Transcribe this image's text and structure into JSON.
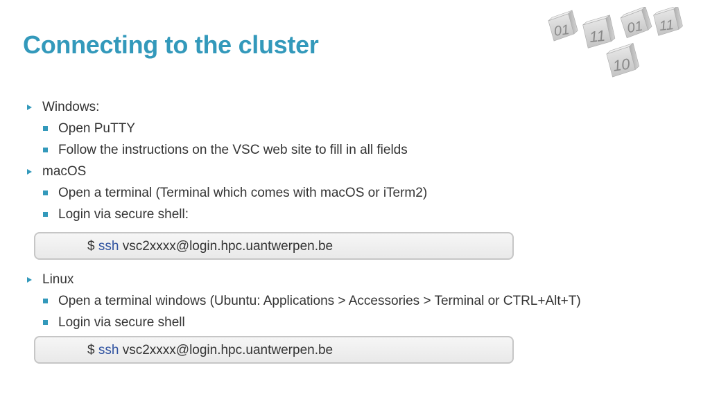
{
  "slide": {
    "title": "Connecting to the cluster",
    "accent_color": "#3399bb",
    "logo_icon": "binary-cubes-icon"
  },
  "content": {
    "windows": {
      "label": "Windows:",
      "items": [
        "Open PuTTY",
        "Follow the instructions on the VSC web site to fill in all fields"
      ]
    },
    "macos": {
      "label": "macOS",
      "items": [
        "Open a terminal (Terminal which comes with macOS or iTerm2)",
        "Login via secure shell:"
      ],
      "command": {
        "prompt": "$",
        "program": "ssh",
        "target": "vsc2xxxx@login.hpc.uantwerpen.be"
      }
    },
    "linux": {
      "label": "Linux",
      "items": [
        "Open a terminal windows (Ubuntu: Applications > Accessories > Terminal or CTRL+Alt+T)",
        "Login via secure shell"
      ],
      "command": {
        "prompt": "$",
        "program": "ssh",
        "target": "vsc2xxxx@login.hpc.uantwerpen.be"
      }
    }
  },
  "logo": {
    "cubes": [
      "01",
      "11",
      "01",
      "11",
      "10"
    ]
  }
}
